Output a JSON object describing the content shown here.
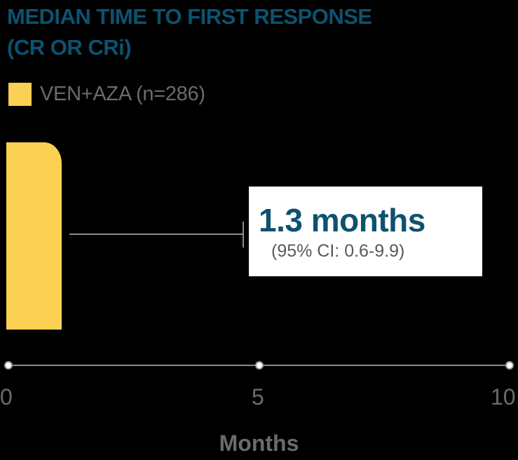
{
  "title": {
    "line1": "MEDIAN TIME TO FIRST RESPONSE",
    "line2": "(CR OR CRi)"
  },
  "colors": {
    "title": "#0d5270",
    "bar": "#fbd053",
    "axis": "#8c8c8c",
    "label": "#6b6b6b",
    "background": "#000000"
  },
  "legend": {
    "label": "VEN+AZA (n=286)"
  },
  "callout": {
    "value": "1.3 months",
    "ci": "(95% CI: 0.6-9.9)"
  },
  "axis": {
    "ticks": [
      "0",
      "5",
      "10"
    ],
    "title": "Months"
  },
  "chart_data": {
    "type": "bar",
    "orientation": "horizontal",
    "title": "MEDIAN TIME TO FIRST RESPONSE (CR OR CRi)",
    "xlabel": "Months",
    "ylabel": "",
    "xlim": [
      0,
      10
    ],
    "xticks": [
      0,
      5,
      10
    ],
    "grid": false,
    "legend_position": "top-left",
    "categories": [
      "VEN+AZA (n=286)"
    ],
    "series": [
      {
        "name": "VEN+AZA (n=286)",
        "values": [
          1.3
        ],
        "ci_lower": [
          0.6
        ],
        "ci_upper": [
          9.9
        ],
        "color": "#fbd053"
      }
    ],
    "annotations": [
      {
        "text": "1.3 months",
        "type": "median"
      },
      {
        "text": "(95% CI: 0.6-9.9)",
        "type": "confidence-interval"
      }
    ]
  }
}
